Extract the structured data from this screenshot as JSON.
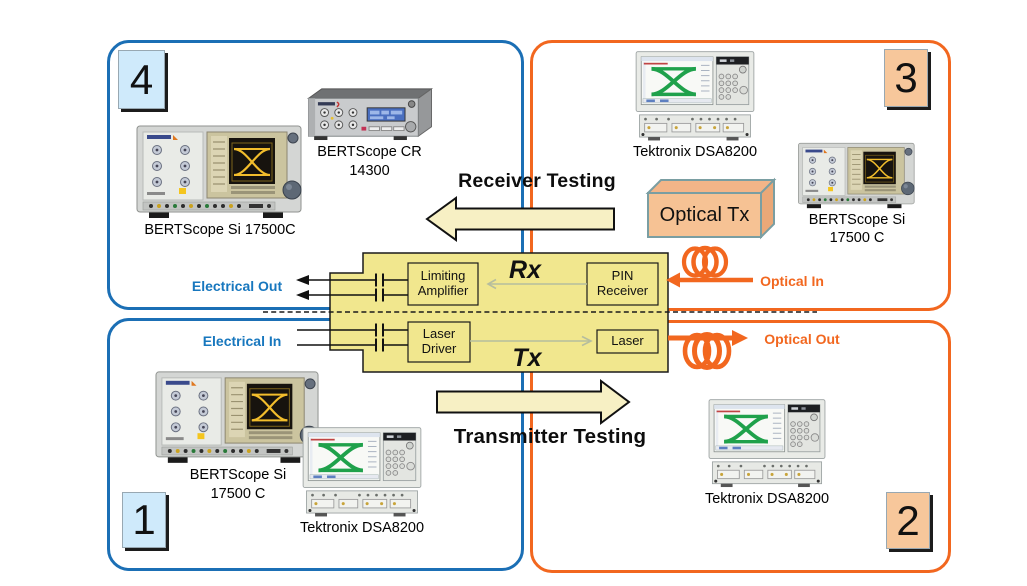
{
  "colors": {
    "blue-border": "#1b6fb5",
    "orange-border": "#f2671f",
    "light-blue-fill": "#cfeafb",
    "peach-fill": "#f7c79b",
    "yellow-block": "#f1e78e",
    "cream-arrow": "#f7f0c4",
    "blue-text": "#1777be",
    "orange-text": "#f2671f"
  },
  "quadrants": {
    "q4": {
      "number": "4"
    },
    "q3": {
      "number": "3"
    },
    "q1": {
      "number": "1"
    },
    "q2": {
      "number": "2"
    }
  },
  "devices": {
    "q4_bertscope_si": {
      "caption": "BERTScope Si 17500C"
    },
    "q4_bertscope_cr": {
      "caption_line1": "BERTScope CR",
      "caption_line2": "14300"
    },
    "q3_dsa8200": {
      "caption": "Tektronix DSA8200"
    },
    "q3_bertscope_si": {
      "caption_line1": "BERTScope Si",
      "caption_line2": "17500 C"
    },
    "q1_bertscope_si": {
      "caption_line1": "BERTScope Si",
      "caption_line2": "17500 C"
    },
    "q1_dsa8200": {
      "caption": "Tektronix DSA8200"
    },
    "q2_dsa8200": {
      "caption": "Tektronix DSA8200"
    }
  },
  "dut": {
    "rx_label": "Rx",
    "tx_label": "Tx",
    "blocks": {
      "limiting_amplifier": "Limiting Amplifier",
      "pin_receiver": "PIN Receiver",
      "laser_driver": "Laser Driver",
      "laser": "Laser"
    }
  },
  "io_labels": {
    "electrical_out": "Electrical Out",
    "electrical_in": "Electrical In",
    "optical_in": "Optical In",
    "optical_out": "Optical Out"
  },
  "optical_tx_box": {
    "label": "Optical Tx"
  },
  "flow_arrows": {
    "receiver_testing": "Receiver Testing",
    "transmitter_testing": "Transmitter Testing"
  }
}
